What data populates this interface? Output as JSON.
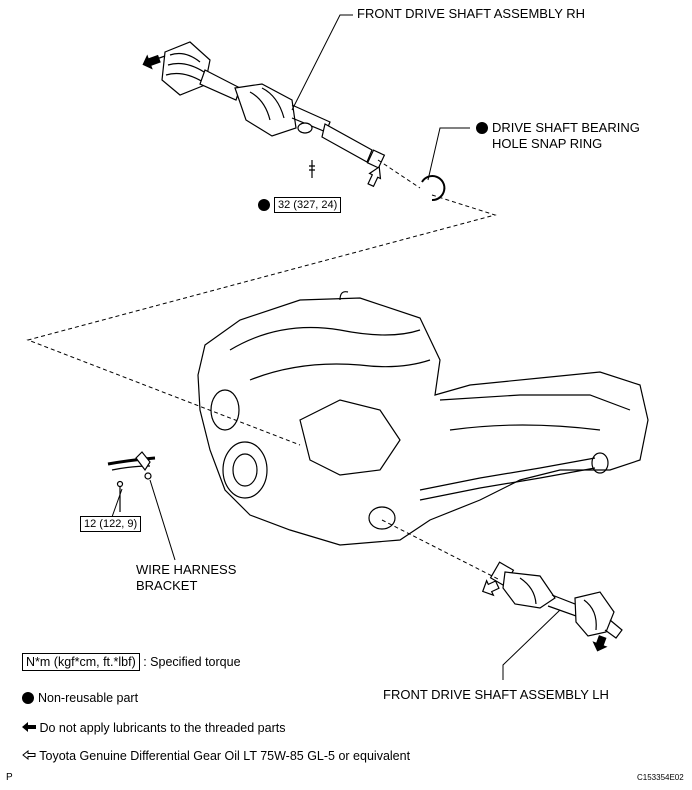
{
  "callouts": {
    "rh_assembly": "FRONT DRIVE SHAFT ASSEMBLY RH",
    "snap_ring_line1": "DRIVE SHAFT BEARING",
    "snap_ring_line2": "HOLE SNAP RING",
    "lh_assembly": "FRONT DRIVE SHAFT ASSEMBLY LH",
    "wire_line1": "WIRE HARNESS",
    "wire_line2": "BRACKET"
  },
  "torques": {
    "bearing_bolt": "32 (327, 24)",
    "bracket_bolt": "12 (122, 9)"
  },
  "legend": {
    "torque_box": "N*m (kgf*cm, ft.*lbf)",
    "torque_text": ": Specified torque",
    "nonreusable": "Non-reusable part",
    "no_lube": "Do not apply lubricants to the threaded parts",
    "gear_oil": "Toyota Genuine Differential Gear Oil LT 75W-85 GL-5 or equivalent"
  },
  "footer": {
    "left_mark": "P",
    "code": "C153354E02"
  }
}
